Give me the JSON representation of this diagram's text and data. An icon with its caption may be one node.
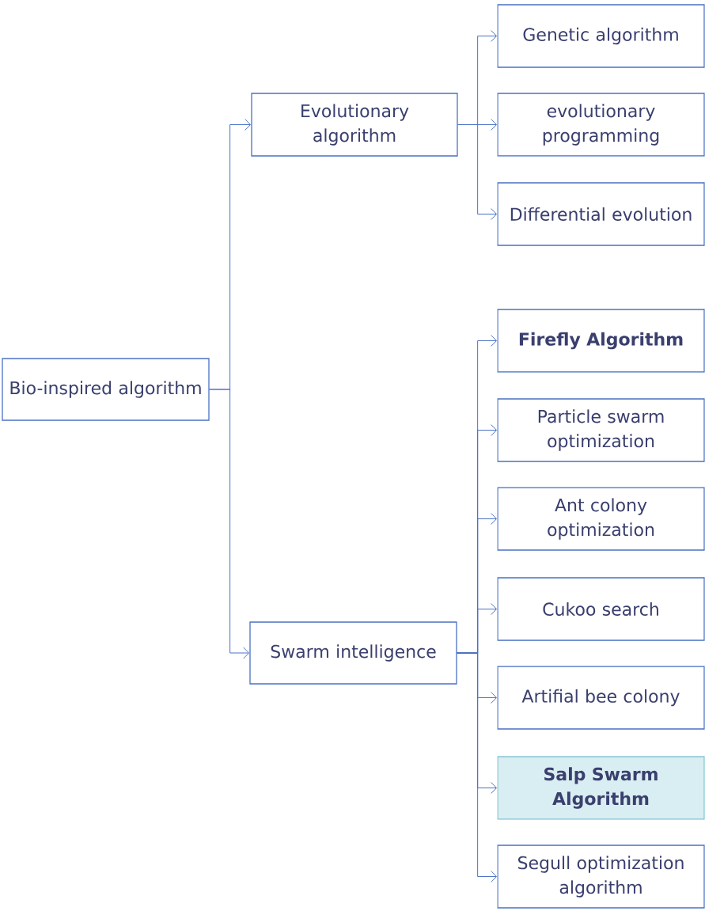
{
  "diagram": {
    "nodes": [
      {
        "text": [
          "Bio-inspired algorithm"
        ]
      },
      {
        "text": [
          "Evolutionary algorithm"
        ]
      },
      {
        "text": [
          "Genetic algorithm"
        ]
      },
      {
        "text": [
          "evolutionary programming"
        ]
      },
      {
        "text": [
          "Differential evolution"
        ]
      },
      {
        "text": [
          "Swarm intelligence"
        ]
      },
      {
        "text": [
          "Firefly Algorithm"
        ]
      },
      {
        "text": [
          "Particle swarm optimization"
        ]
      },
      {
        "text": [
          "Ant colony optimization"
        ]
      },
      {
        "text": [
          "Cukoo search"
        ]
      },
      {
        "text": [
          "Artifial bee colony"
        ]
      },
      {
        "text": [
          "Salp Swarm Algorithm"
        ]
      },
      {
        "text": [
          "Segull optimization algorithm"
        ]
      }
    ],
    "edges": [
      {
        "from": 0,
        "to": 1,
        "arrow": "to"
      },
      {
        "from": 0,
        "to": 5,
        "arrow": "to"
      },
      {
        "from": 1,
        "to": 2,
        "arrow": "to"
      },
      {
        "from": 1,
        "to": 3,
        "arrow": "to"
      },
      {
        "from": 1,
        "to": 4,
        "arrow": "to"
      },
      {
        "from": 5,
        "to": 6,
        "arrow": "to"
      },
      {
        "from": 5,
        "to": 7,
        "arrow": "to"
      },
      {
        "from": 5,
        "to": 8,
        "arrow": "to"
      },
      {
        "from": 5,
        "to": 9,
        "arrow": "to"
      },
      {
        "from": 5,
        "to": 10,
        "arrow": "to"
      },
      {
        "from": 5,
        "to": 11,
        "arrow": "to"
      },
      {
        "from": 5,
        "to": 12,
        "arrow": "to"
      }
    ]
  }
}
